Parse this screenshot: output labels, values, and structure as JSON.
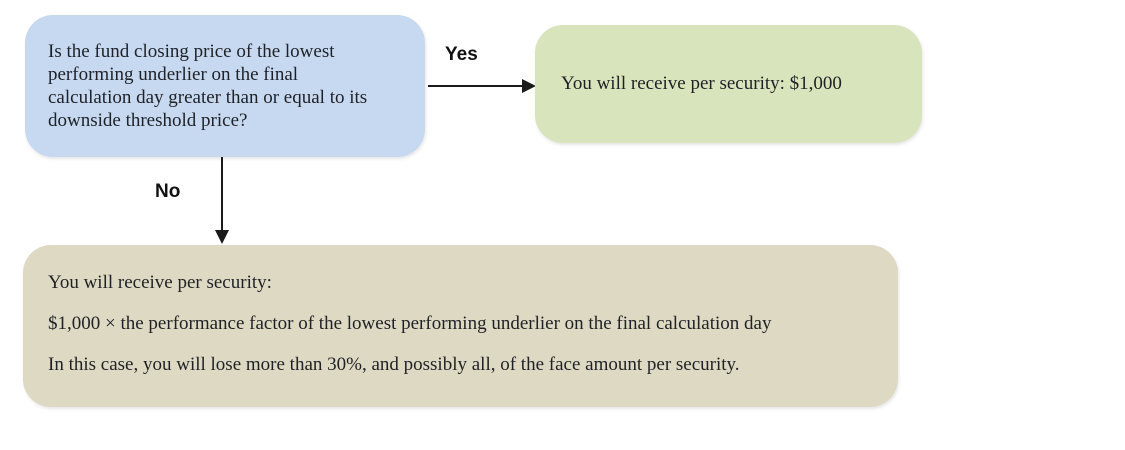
{
  "flowchart": {
    "question_box": {
      "lines": [
        "Is the fund closing price of the lowest",
        "performing underlier on the final",
        "calculation day greater than or equal to its",
        "downside threshold price?"
      ],
      "fill": "#c6d9f0"
    },
    "labels": {
      "yes": "Yes",
      "no": "No"
    },
    "yes_box": {
      "text": "You will receive per security: $1,000",
      "fill": "#d7e4bc"
    },
    "no_box": {
      "lines": [
        "You will receive per security:",
        "$1,000 × the performance factor of the lowest performing underlier on the final calculation day",
        "In this case, you will lose more than 30%, and possibly all, of the face amount per security."
      ],
      "fill": "#ddd9c3"
    },
    "colors": {
      "arrow": "#1a1a1a",
      "text": "#1f2126",
      "background": "#ffffff"
    }
  }
}
